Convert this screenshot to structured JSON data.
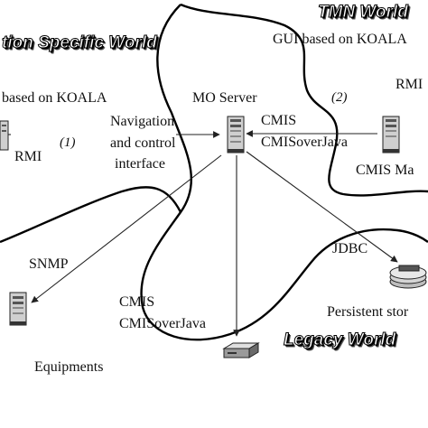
{
  "worlds": {
    "tmn": "TMN World",
    "application": "tion Specific World",
    "legacy": "Legacy World"
  },
  "labels": {
    "gui_right": "GUI based on KOALA",
    "gui_left": "based on KOALA",
    "mo_server": "MO Server",
    "rmi_right": "RMI",
    "rmi_left": "RMI",
    "num1": "(1)",
    "num2": "(2)",
    "nav_line1": "Navigation",
    "nav_line2": "and control",
    "nav_line3": "interface",
    "cmis_upper_1": "CMIS",
    "cmis_upper_2": "CMISoverJava",
    "cmis_manager": "CMIS Ma",
    "jdbc": "JDBC",
    "snmp": "SNMP",
    "cmis_lower_1": "CMIS",
    "cmis_lower_2": "CMISoverJava",
    "persistent": "Persistent stor",
    "equipments": "Equipments"
  },
  "icons": [
    "mo-server-icon",
    "cmis-manager-icon",
    "gui-client-icon",
    "equipment-icon",
    "legacy-device-icon",
    "database-icon"
  ]
}
